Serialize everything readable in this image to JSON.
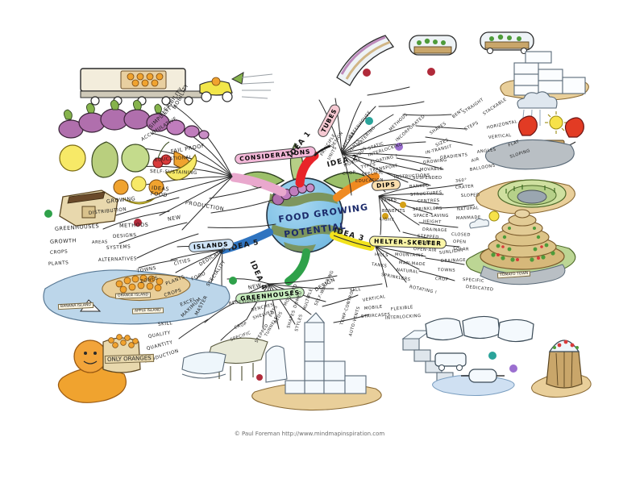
{
  "meta": {
    "title": "Food Growing Potential",
    "credit": "© Paul Foreman http://www.mindmapinspiration.com",
    "style": "hand-drawn colour mind map on white background"
  },
  "center": {
    "line1": "FOOD GROWING",
    "line2": "POTENTIAL",
    "shape": "globe-with-caterpillar-and-leaves",
    "color": "#6fb7e0"
  },
  "branches": [
    {
      "id": "considerations",
      "label": "CONSIDERATIONS",
      "color": "#f3b8d8",
      "idea": "",
      "children": [
        "MOBILITY",
        "FLEXIBILITY",
        "SIMPLICITY",
        "ACCUMULATIVE",
        "FAIL PROOF",
        "EDUCATIONAL",
        "SELF-SUSTAINING",
        "IDEAS",
        "PRODUCTION",
        "FOOD",
        "NEW",
        "GROWING",
        "DISTRIBUTION",
        "METHODS",
        "GREENHOUSES",
        "GROWTH",
        "AREAS",
        "DESIGNS",
        "SYSTEMS",
        "CROPS",
        "PLANTS",
        "ALTERNATIVES"
      ]
    },
    {
      "id": "idea1",
      "idea": "IDEA 1",
      "label": "TUBES",
      "color": "#e8242a",
      "pill_bg": "#f6c9d2",
      "children": [
        "PRINCIPLE",
        "DESIGN",
        "UNITS",
        "HATCHES",
        "GREENHOUSE",
        "VENTS",
        "WATERING",
        "PODS",
        "MOBILE",
        "STATIC",
        "INTERLOCKING",
        "FLOATING ?",
        "TRANSPORT",
        "TYPES",
        "CROP",
        "SPECIFIC",
        "EDUCATION",
        "INSTRUCTIONS",
        "METHODS",
        "INCORPORATED",
        "SHAPES",
        "SIZES",
        "BENT",
        "STRAIGHT",
        "STEPS",
        "STACKABLE",
        "HORIZONTAL",
        "VERTICAL",
        "GRADIENTS",
        "ANGLES",
        "FLAT",
        "SLOPING",
        "IN-TRANSIT",
        "GROWING",
        "MOVABLE",
        "SUSPENDED",
        "AIR",
        "BALLOONS"
      ]
    },
    {
      "id": "idea2",
      "idea": "IDEA 2",
      "label": "DIPS",
      "color": "#ef8a21",
      "pill_bg": "#fbdfae",
      "children": [
        "BANKED",
        "STRUCTURES",
        "360°",
        "CRATER",
        "SLOPED",
        "TANKS",
        "CENTRES",
        "SPRINKLERS",
        "BENEFITS",
        "SPACE-SAVING",
        "LIGHT",
        "HEIGHT",
        "DRAINAGE",
        "NATURAL",
        "MANMADE",
        "STEPPED",
        "DOMED",
        "OPEN-AIR",
        "CLOSED",
        "OPEN",
        "SOLAR"
      ]
    },
    {
      "id": "idea3",
      "idea": "IDEA 3",
      "label": "HELTER-SKELTER",
      "color": "#f2e21c",
      "pill_bg": "#fbf6a8",
      "children": [
        "HILLS",
        "MOUNTAINS",
        "SUNLIGHT",
        "DRAINAGE",
        "MAN-MADE",
        "NATURAL",
        "TANKS",
        "SPRINKLERS",
        "TOWNS",
        "CROP",
        "SPECIFIC",
        "DEDICATED",
        "ROTATING !"
      ]
    },
    {
      "id": "idea4",
      "idea": "IDEA 4",
      "label": "GREENHOUSES",
      "color": "#2fa14a",
      "pill_bg": "#c9eec0",
      "children": [
        "NEW",
        "REDESIGNED",
        "BENCHES",
        "SHELVES",
        "POTS",
        "BEDS",
        "MOULDED",
        "TUNNELS",
        "STEPPED",
        "DOMED",
        "MULTIPLE",
        "SHAPES",
        "STYLES",
        "SELF-WATERING",
        "DESIGN",
        "TALL",
        "VERTICAL",
        "MOBILE",
        "STAIRCASES",
        "FLEXIBLE",
        "INTERLOCKING",
        "TEMP-CONTROL",
        "AUTO-VENTS",
        "CROP",
        "SPECIFIC"
      ]
    },
    {
      "id": "idea5",
      "idea": "IDEA 5",
      "label": "ISLANDS",
      "color": "#2f74c0",
      "pill_bg": "#cfe4f7",
      "children": [
        "TOWNS",
        "CITIES",
        "ZONES",
        "PLANTS",
        "FOOD",
        "CROPS",
        "DEDICATED",
        "SPECIALITY",
        "EXCEL",
        "MAXIMUM",
        "MASTER",
        "SKILL",
        "QUALITY",
        "QUANTITY",
        "PRODUCTION"
      ]
    }
  ],
  "illustration_captions": [
    "BANANA ISLAND",
    "ORANGE ISLAND",
    "APPLE ISLAND",
    "ONLY ORANGES",
    "TOMATO TOWN"
  ],
  "illustrations": [
    "fruit-conveyor-truck",
    "aubergine-caterpillar",
    "fruit-pile",
    "crate-of-produce",
    "tube-greenhouse-curved",
    "tube-greenhouse-tray",
    "tube-greenhouse-wheeled",
    "stacked-greenhouse-units",
    "sun-cloud-balloons",
    "crater-terrace-garden",
    "spiral-helter-skelter-mountain",
    "tall-stacked-greenhouse",
    "mobile-runner-bench",
    "greenhouse-staircase",
    "interlocking-pods",
    "floating-pod",
    "barrel-greenhouse"
  ]
}
